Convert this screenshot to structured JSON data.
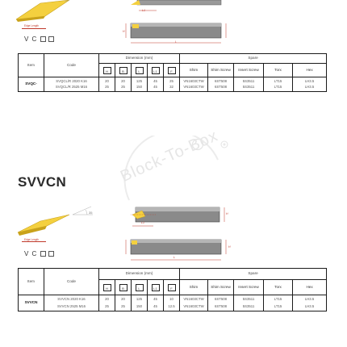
{
  "watermark": {
    "text": "Block-To-Box"
  },
  "colors": {
    "insert_yellow": "#f4d03f",
    "shank_gray": "#8a8a8a",
    "dimension_red": "#c0392b",
    "border": "#1a1a1a"
  },
  "top_section": {
    "edge_label": "Edge Length",
    "vc_label": "V C",
    "dims": {
      "l1": "L1",
      "l": "L",
      "h": "H"
    },
    "table": {
      "item_header": "Item",
      "code_header": "Code",
      "dimension_header": "Dimension (mm)",
      "spare_header": "Spare",
      "dim_cols": [
        "H",
        "B",
        "L",
        "L1",
        "F"
      ],
      "spare_cols": [
        "Shim",
        "Shim Screw",
        "Insert Screw",
        "Torx",
        "Hex"
      ],
      "model": "SVQC-",
      "rows": [
        {
          "code": "SVQCL/R 2020 K16",
          "H": "20",
          "B": "20",
          "L": "125",
          "L1": "45",
          "F": "25",
          "shim": "VN1603CTW",
          "shim_screw": "6ST508",
          "insert_screw": "5S3511",
          "torx": "LT15",
          "hex": "LH3.5"
        },
        {
          "code": "SVQCL/R 2525 M16",
          "H": "25",
          "B": "25",
          "L": "150",
          "L1": "45",
          "F": "32",
          "shim": "VN1603CTW",
          "shim_screw": "6ST508",
          "insert_screw": "5S3511",
          "torx": "LT15",
          "hex": "LH3.5"
        }
      ]
    }
  },
  "bottom_section": {
    "title": "SVVCN",
    "angle_label": "35",
    "edge_label": "Edge Length",
    "vc_label": "V C",
    "dims": {
      "l1": "L1",
      "l": "L",
      "h": "H",
      "h2": "H"
    },
    "table": {
      "item_header": "Item",
      "code_header": "Code",
      "dimension_header": "Dimension (mm)",
      "spare_header": "Spare",
      "dim_cols": [
        "H",
        "B",
        "L",
        "L1",
        "F"
      ],
      "spare_cols": [
        "Shim",
        "Shim Screw",
        "Insert Screw",
        "Torx",
        "Hex"
      ],
      "model": "SVVCN",
      "rows": [
        {
          "code": "SVVCN 2020 K16",
          "H": "20",
          "B": "20",
          "L": "125",
          "L1": "45",
          "F": "10",
          "shim": "VN1603CTW",
          "shim_screw": "6ST508",
          "insert_screw": "5S3511",
          "torx": "LT15",
          "hex": "LH3.5"
        },
        {
          "code": "SVVCN 2525 M16",
          "H": "25",
          "B": "25",
          "L": "150",
          "L1": "45",
          "F": "12.5",
          "shim": "VN1603CTW",
          "shim_screw": "6ST508",
          "insert_screw": "5S3511",
          "torx": "LT15",
          "hex": "LH3.5"
        }
      ]
    }
  }
}
